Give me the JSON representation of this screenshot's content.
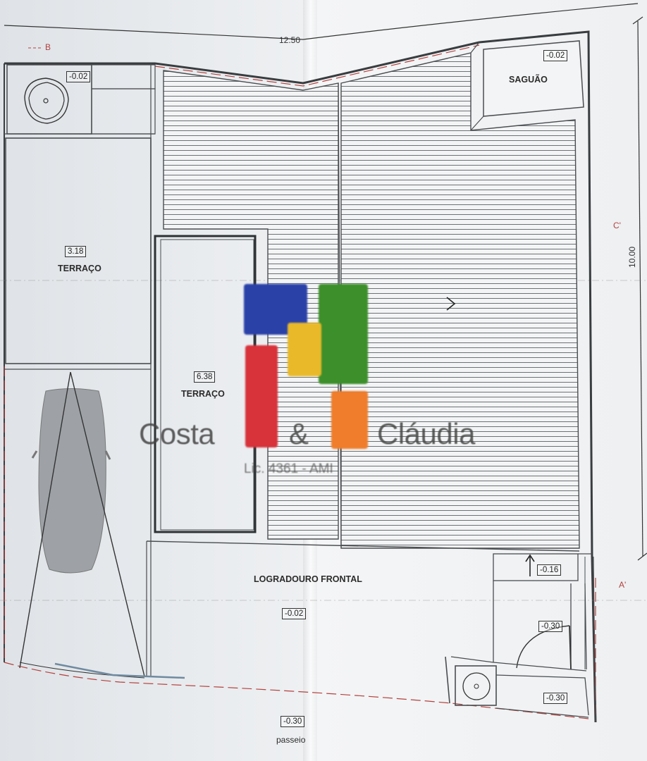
{
  "plan": {
    "dim_width": "12.50",
    "dim_height": "10.00",
    "axis_b": "B",
    "axis_c": "C'",
    "axis_a": "A'",
    "rooms": {
      "saguao": "SAGUÃO",
      "terraco_left": "TERRAÇO",
      "terraco_mid": "TERRAÇO",
      "logradouro": "LOGRADOURO FRONTAL",
      "passeio": "passeio"
    },
    "levels": {
      "top_left": "-0.02",
      "saguao": "-0.02",
      "terraco_left": "3.18",
      "terraco_mid": "6.38",
      "logradouro": "-0.02",
      "step": "-0.16",
      "door": "-0.30",
      "bottom_right": "-0.30",
      "passeio": "-0.30"
    }
  },
  "watermark": {
    "left_word": "Costa",
    "amp": "&",
    "right_word": "Cláudia",
    "license": "Lic. 4361 - AMI",
    "colors": {
      "blue": "#2a41a8",
      "green": "#3c8f2a",
      "yellow": "#e9b92a",
      "red": "#d8323a",
      "orange": "#ef7d2b"
    }
  }
}
